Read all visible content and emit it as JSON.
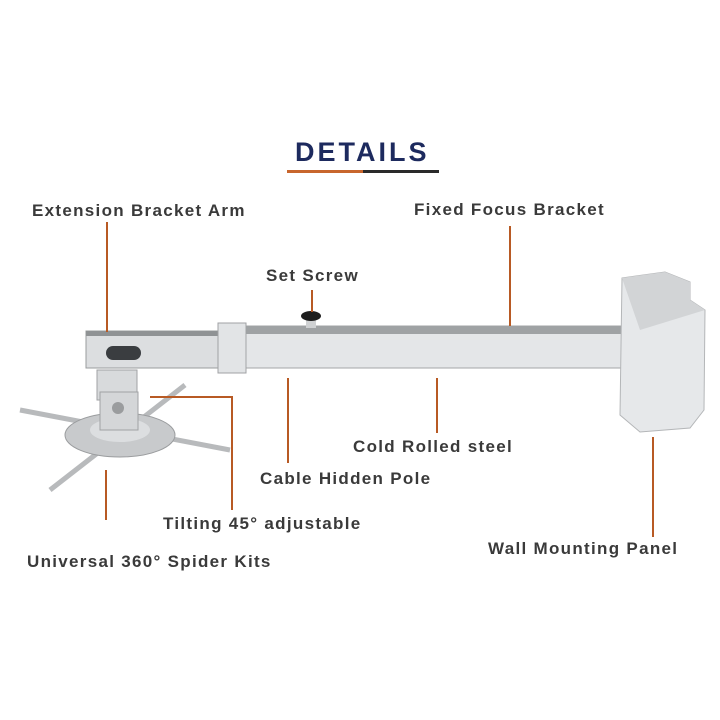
{
  "title": "DETAILS",
  "accent_colors": {
    "title": "#1d2a5e",
    "leader_line": "#b85a24",
    "underline_left": "#c8662d",
    "underline_right": "#2a2a2a",
    "label_text": "#3a3a3a"
  },
  "labels": {
    "extension_bracket_arm": "Extension Bracket Arm",
    "fixed_focus_bracket": "Fixed Focus Bracket",
    "set_screw": "Set Screw",
    "cold_rolled_steel": "Cold Rolled steel",
    "cable_hidden_pole": "Cable Hidden Pole",
    "tilting_adjustable": "Tilting 45° adjustable",
    "wall_mounting_panel": "Wall Mounting Panel",
    "spider_kits": "Universal 360° Spider Kits"
  }
}
